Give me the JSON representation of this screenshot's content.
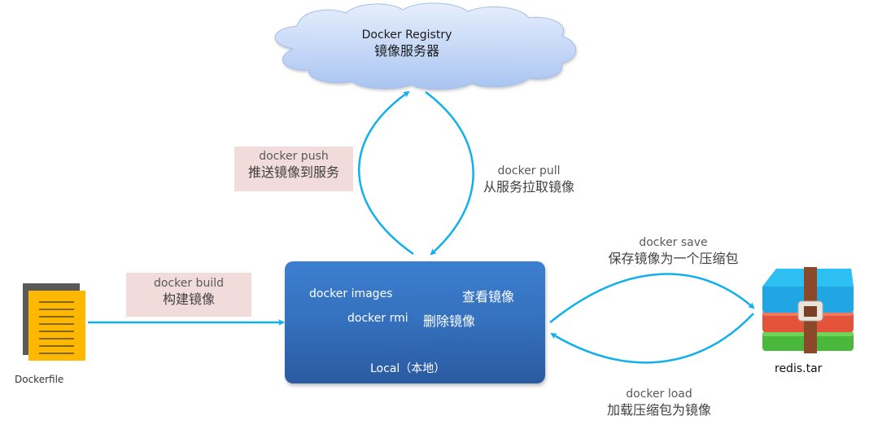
{
  "registry": {
    "title": "Docker Registry",
    "subtitle": "镜像服务器"
  },
  "push": {
    "command": "docker push",
    "description": "推送镜像到服务"
  },
  "pull": {
    "command": "docker pull",
    "description": "从服务拉取镜像"
  },
  "build": {
    "command": "docker build",
    "description": "构建镜像"
  },
  "local": {
    "images_command": "docker images",
    "images_description": "查看镜像",
    "rmi_command": "docker rmi",
    "rmi_description": "删除镜像",
    "title": "Local（本地）"
  },
  "save": {
    "command": "docker save",
    "description": "保存镜像为一个压缩包"
  },
  "load": {
    "command": "docker load",
    "description": "加载压缩包为镜像"
  },
  "dockerfile": {
    "label": "Dockerfile",
    "icon": "document-icon"
  },
  "archive": {
    "label": "redis.tar",
    "icon": "archive-icon"
  },
  "colors": {
    "arrow": "#12b0ea",
    "local_box": "#3470bd",
    "label_box": "#f2dbdb",
    "cloud": "#bcd2f5",
    "dockerfile_front": "#ffb800",
    "dockerfile_back": "#595959"
  }
}
